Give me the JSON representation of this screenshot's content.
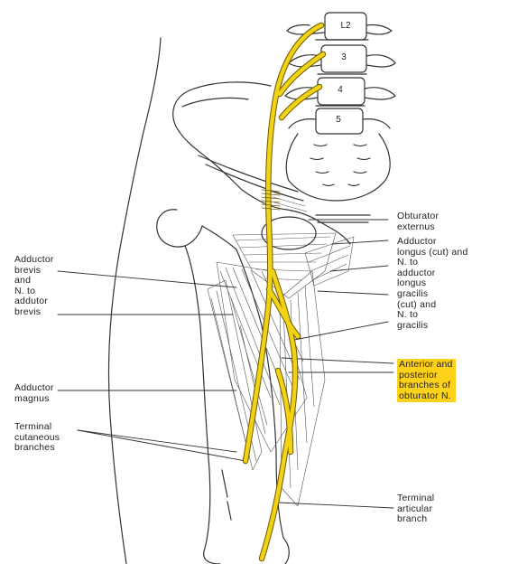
{
  "vertebrae": [
    "L2",
    "3",
    "4",
    "5"
  ],
  "labels": {
    "obturator_externus": "Obturator\nexternus",
    "adductor_longus": "Adductor\nlongus (cut) and\nN. to\nadductor\nlongus",
    "gracilis": "gracilis\n(cut) and\nN. to\ngracilis",
    "adductor_brevis": "Adductor\nbrevis\nand\nN. to\naddutor\nbrevis",
    "adductor_magnus": "Adductor\nmagnus",
    "terminal_cutaneous": "Terminal\ncutaneous\nbranches",
    "anterior_posterior": "Anterior and\nposterior\nbranches of\nobturator N.",
    "terminal_articular": "Terminal\narticular\nbranch"
  },
  "colors": {
    "nerve": "#f2d215",
    "nerve_outline": "#6b5a00",
    "line_art": "#333333",
    "highlight": "#ffd21a"
  }
}
